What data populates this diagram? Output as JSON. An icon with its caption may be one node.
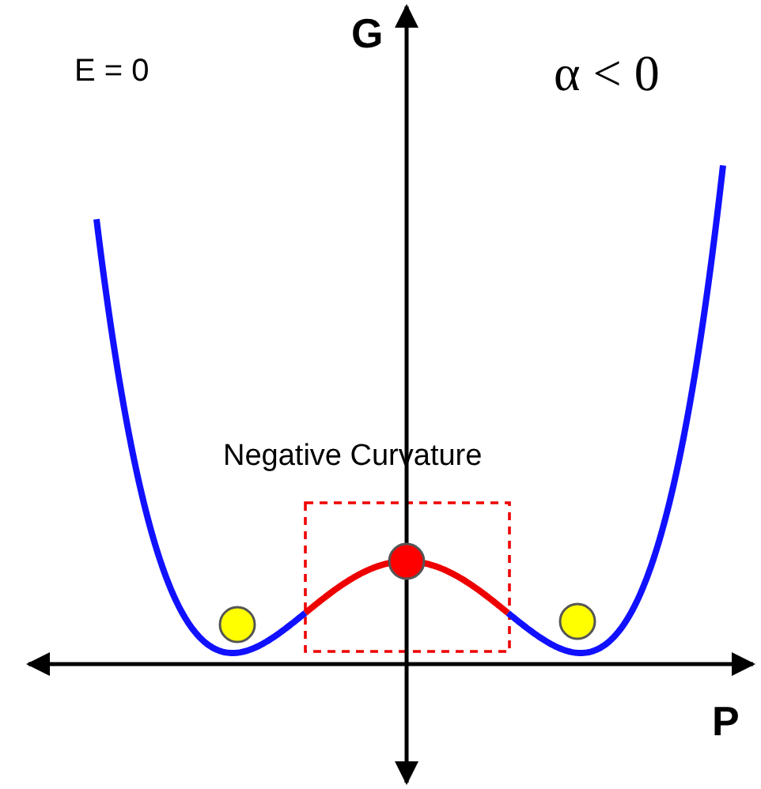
{
  "diagram": {
    "labels": [
      "G",
      "E = 0",
      "α < 0",
      "Negative Curvature",
      "P"
    ]
  }
}
